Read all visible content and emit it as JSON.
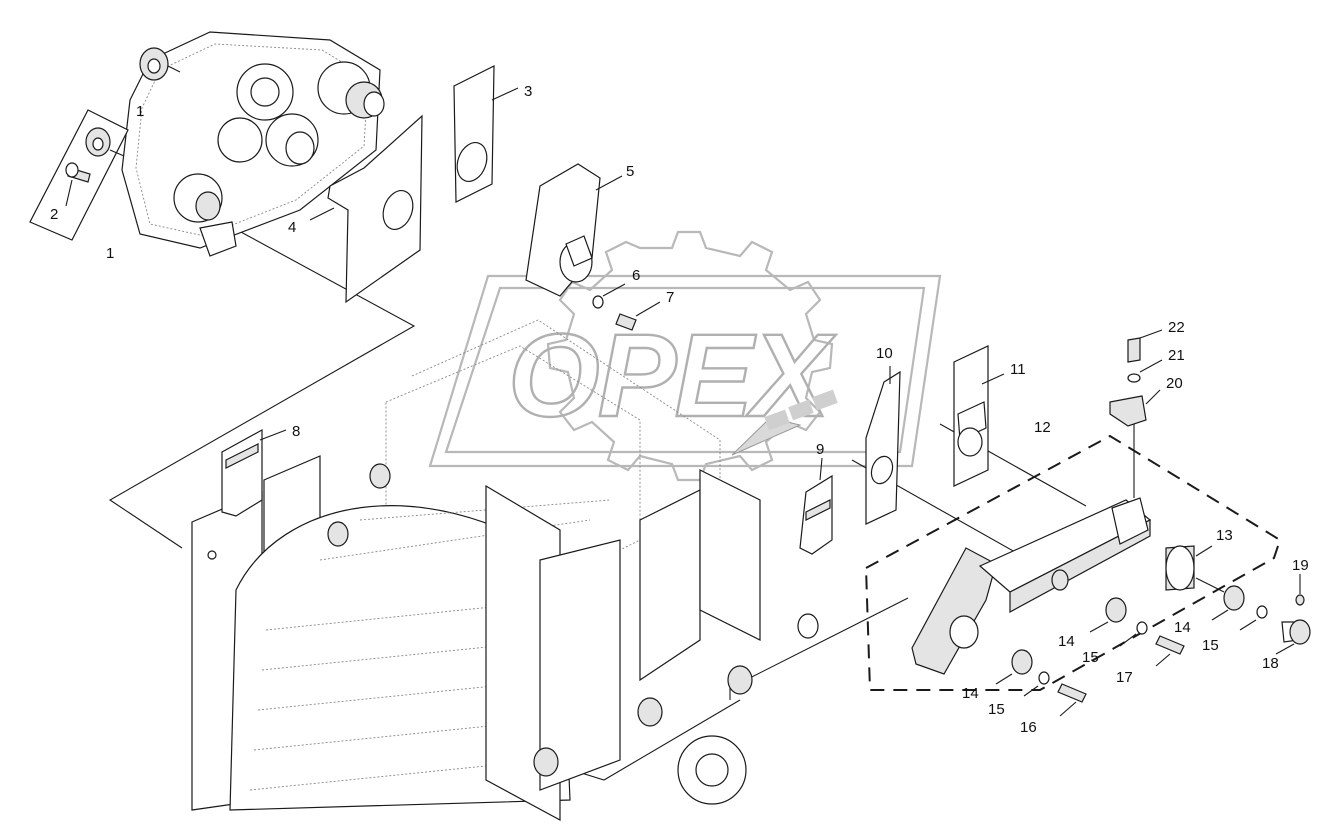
{
  "watermark": {
    "text": "OPEX"
  },
  "callouts": [
    {
      "id": "c1a",
      "label": "1"
    },
    {
      "id": "c1b",
      "label": "1"
    },
    {
      "id": "c2",
      "label": "2"
    },
    {
      "id": "c3",
      "label": "3"
    },
    {
      "id": "c4",
      "label": "4"
    },
    {
      "id": "c5",
      "label": "5"
    },
    {
      "id": "c6",
      "label": "6"
    },
    {
      "id": "c7",
      "label": "7"
    },
    {
      "id": "c8",
      "label": "8"
    },
    {
      "id": "c9",
      "label": "9"
    },
    {
      "id": "c10",
      "label": "10"
    },
    {
      "id": "c11",
      "label": "11"
    },
    {
      "id": "c12",
      "label": "12"
    },
    {
      "id": "c13",
      "label": "13"
    },
    {
      "id": "c14a",
      "label": "14"
    },
    {
      "id": "c14b",
      "label": "14"
    },
    {
      "id": "c14c",
      "label": "14"
    },
    {
      "id": "c15a",
      "label": "15"
    },
    {
      "id": "c15b",
      "label": "15"
    },
    {
      "id": "c15c",
      "label": "15"
    },
    {
      "id": "c16",
      "label": "16"
    },
    {
      "id": "c17",
      "label": "17"
    },
    {
      "id": "c18",
      "label": "18"
    },
    {
      "id": "c19",
      "label": "19"
    },
    {
      "id": "c20",
      "label": "20"
    },
    {
      "id": "c21",
      "label": "21"
    },
    {
      "id": "c22",
      "label": "22"
    }
  ]
}
